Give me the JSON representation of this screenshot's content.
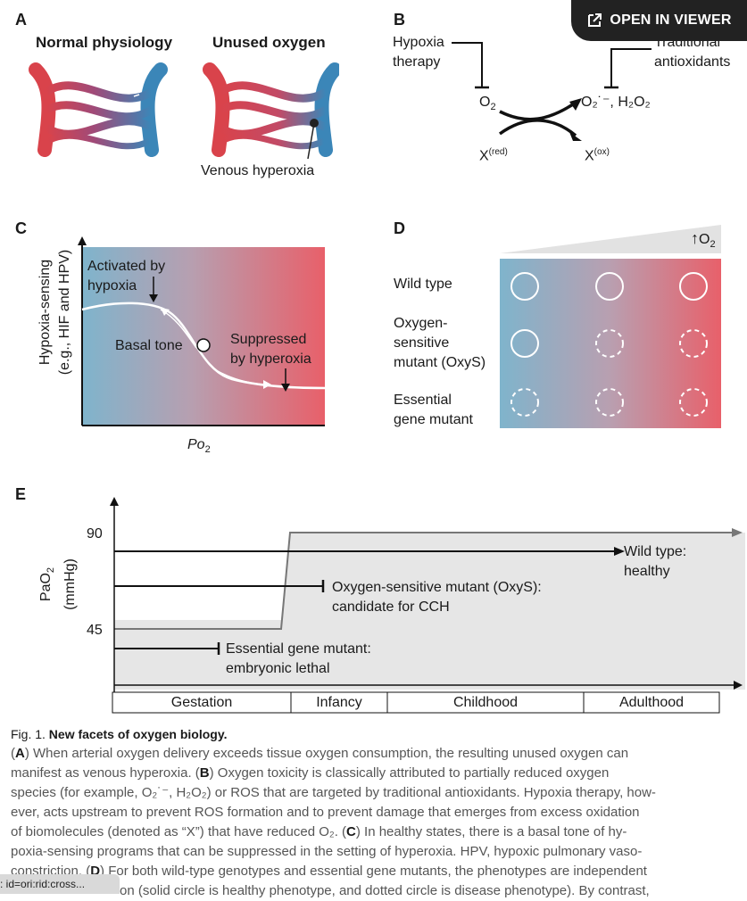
{
  "viewer_button": {
    "label": "OPEN IN VIEWER"
  },
  "panel_a": {
    "letter": "A",
    "title_left": "Normal physiology",
    "title_right": "Unused oxygen",
    "annotation": "Venous hyperoxia"
  },
  "panel_b": {
    "letter": "B",
    "hypoxia_line1": "Hypoxia",
    "hypoxia_line2": "therapy",
    "antiox_line1": "Traditional",
    "antiox_line2": "antioxidants",
    "o2": "O",
    "o2_sub": "2",
    "ros": "O₂˙⁻, H₂O₂",
    "x_red": "X",
    "x_red_sup": "(red)",
    "x_ox": "X",
    "x_ox_sup": "(ox)"
  },
  "panel_c": {
    "letter": "C",
    "ylabel_line1": "Hypoxia-sensing",
    "ylabel_line2": "(e.g., HIF and HPV)",
    "xlabel": "Po",
    "xlabel_sub": "2",
    "activated_line1": "Activated by",
    "activated_line2": "hypoxia",
    "basal": "Basal tone",
    "suppressed_line1": "Suppressed",
    "suppressed_line2": "by hyperoxia"
  },
  "panel_d": {
    "letter": "D",
    "o2_label": "O",
    "o2_sub": "2",
    "rows": [
      {
        "lines": [
          "Wild type"
        ],
        "phenotypes": [
          "healthy",
          "healthy",
          "healthy"
        ]
      },
      {
        "lines": [
          "Oxygen-",
          "sensitive",
          "mutant (OxyS)"
        ],
        "phenotypes": [
          "healthy",
          "disease",
          "disease"
        ]
      },
      {
        "lines": [
          "Essential",
          "gene mutant"
        ],
        "phenotypes": [
          "disease",
          "disease",
          "disease"
        ]
      }
    ]
  },
  "panel_e": {
    "letter": "E",
    "ylabel_line1": "PaO",
    "ylabel_sub": "2",
    "ylabel_line2": "(mmHg)",
    "tick_high": "90",
    "tick_low": "45",
    "stages": [
      "Gestation",
      "Infancy",
      "Childhood",
      "Adulthood"
    ],
    "wild_type_line1": "Wild type:",
    "wild_type_line2": "healthy",
    "oxys_line1": "Oxygen-sensitive mutant (OxyS):",
    "oxys_line2": "candidate for CCH",
    "essential_line1": "Essential gene mutant:",
    "essential_line2": "embryonic lethal"
  },
  "caption": {
    "fig_number": "Fig. 1.",
    "fig_title": "New facets of oxygen biology.",
    "line1_a": "(",
    "line1_b": "A",
    "line1_c": ") When arterial oxygen delivery exceeds tissue oxygen consumption, the resulting unused oxygen can",
    "line2": "manifest as venous hyperoxia. (",
    "line2_b": "B",
    "line2_c": ") Oxygen toxicity is classically attributed to partially reduced oxygen",
    "line3": "species (for example, O₂˙⁻, H₂O₂) or ROS that are targeted by traditional antioxidants. Hypoxia therapy, how-",
    "line4": "ever, acts upstream to prevent ROS formation and to prevent damage that emerges from excess oxidation",
    "line5_a": "of biomolecules (denoted as “X”) that have reduced O₂. (",
    "line5_b": "C",
    "line5_c": ") In healthy states, there is a basal tone of hy-",
    "line6": "poxia-sensing programs that can be suppressed in the setting of hyperoxia. HPV, hypoxic pulmonary vaso-",
    "line7_a": "constriction. (",
    "line7_b": "D",
    "line7_c": ") For both wild-type genotypes and essential gene mutants, the phenotypes are independent",
    "line8": "on (solid circle is healthy phenotype, and dotted circle is disease phenotype). By contrast,"
  },
  "id_tooltip": {
    "text": ": id=ori:rid:cross..."
  },
  "colors": {
    "arterial": "#d9434b",
    "venous": "#3b86b8",
    "gradient_blue": "#7fb4cc",
    "gradient_red": "#e8606a"
  }
}
